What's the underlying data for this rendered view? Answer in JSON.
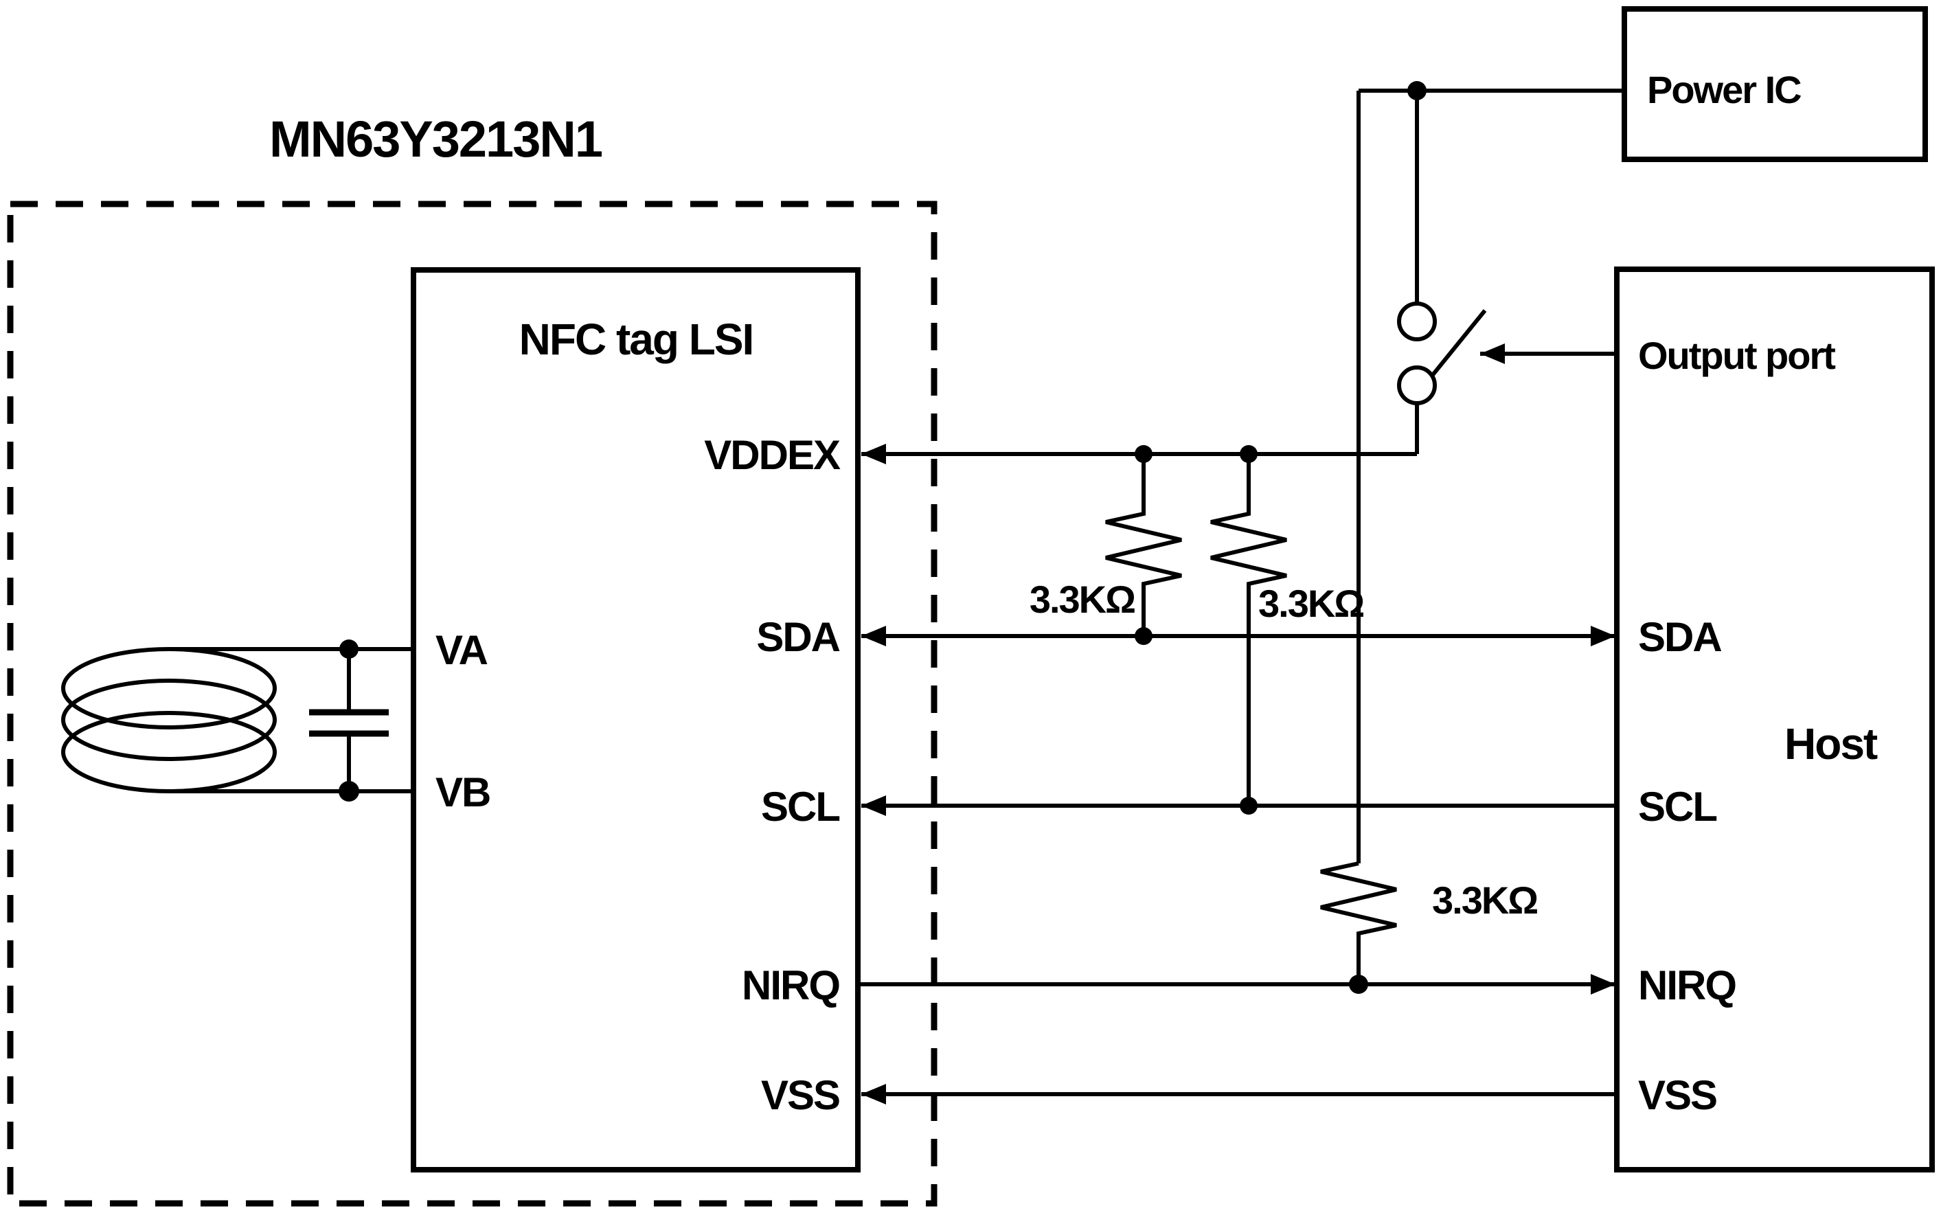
{
  "module": {
    "title": "MN63Y3213N1"
  },
  "nfc": {
    "title": "NFC tag LSI",
    "pin_vddex": "VDDEX",
    "pin_sda": "SDA",
    "pin_scl": "SCL",
    "pin_nirq": "NIRQ",
    "pin_vss": "VSS",
    "pin_va": "VA",
    "pin_vb": "VB"
  },
  "host": {
    "title": "Host",
    "pin_output_port": "Output port",
    "pin_sda": "SDA",
    "pin_scl": "SCL",
    "pin_nirq": "NIRQ",
    "pin_vss": "VSS"
  },
  "power_ic": {
    "title": "Power IC"
  },
  "resistors": {
    "r1_label": "3.3KΩ",
    "r2_label": "3.3KΩ",
    "r3_label": "3.3KΩ"
  },
  "colors": {
    "ink": "#000000",
    "background": "#ffffff"
  }
}
